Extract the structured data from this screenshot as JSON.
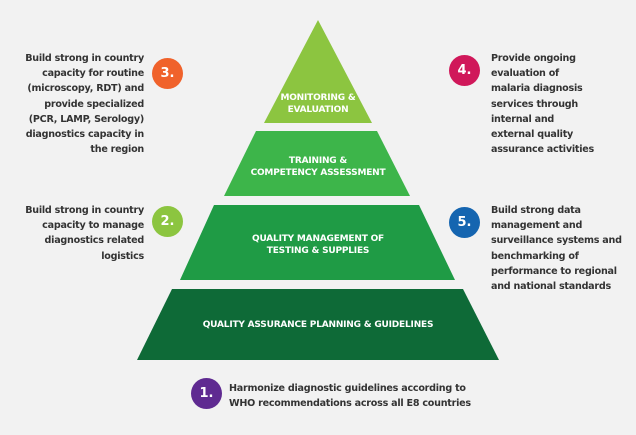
{
  "pyramid": {
    "tiers": [
      {
        "label": "MONITORING &\nEVALUATION",
        "color": "#8cc540"
      },
      {
        "label": "TRAINING &\nCOMPETENCY ASSESSMENT",
        "color": "#3db54a"
      },
      {
        "label": "QUALITY MANAGEMENT OF\nTESTING & SUPPLIES",
        "color": "#1f9b45"
      },
      {
        "label": "QUALITY ASSURANCE PLANNING & GUIDELINES",
        "color": "#0e6a37"
      }
    ]
  },
  "items": [
    {
      "number": "1.",
      "color": "#5f2a91",
      "text": "Harmonize diagnostic guidelines according to\nWHO recommendations across all E8 countries"
    },
    {
      "number": "2.",
      "color": "#8cc540",
      "text": "Build strong in country\ncapacity to manage\ndiagnostics related\nlogistics"
    },
    {
      "number": "3.",
      "color": "#f0622b",
      "text": "Build strong in country\ncapacity for routine\n(microscopy, RDT) and\nprovide specialized\n(PCR, LAMP, Serology)\ndiagnostics  capacity in\nthe region"
    },
    {
      "number": "4.",
      "color": "#d0185a",
      "text": "Provide ongoing\nevaluation of\nmalaria diagnosis\nservices through\ninternal and\nexternal quality\nassurance activities"
    },
    {
      "number": "5.",
      "color": "#1565b0",
      "text": "Build strong data\nmanagement and\nsurveillance systems and\nbenchmarking of\nperformance to regional\nand national standards"
    }
  ]
}
